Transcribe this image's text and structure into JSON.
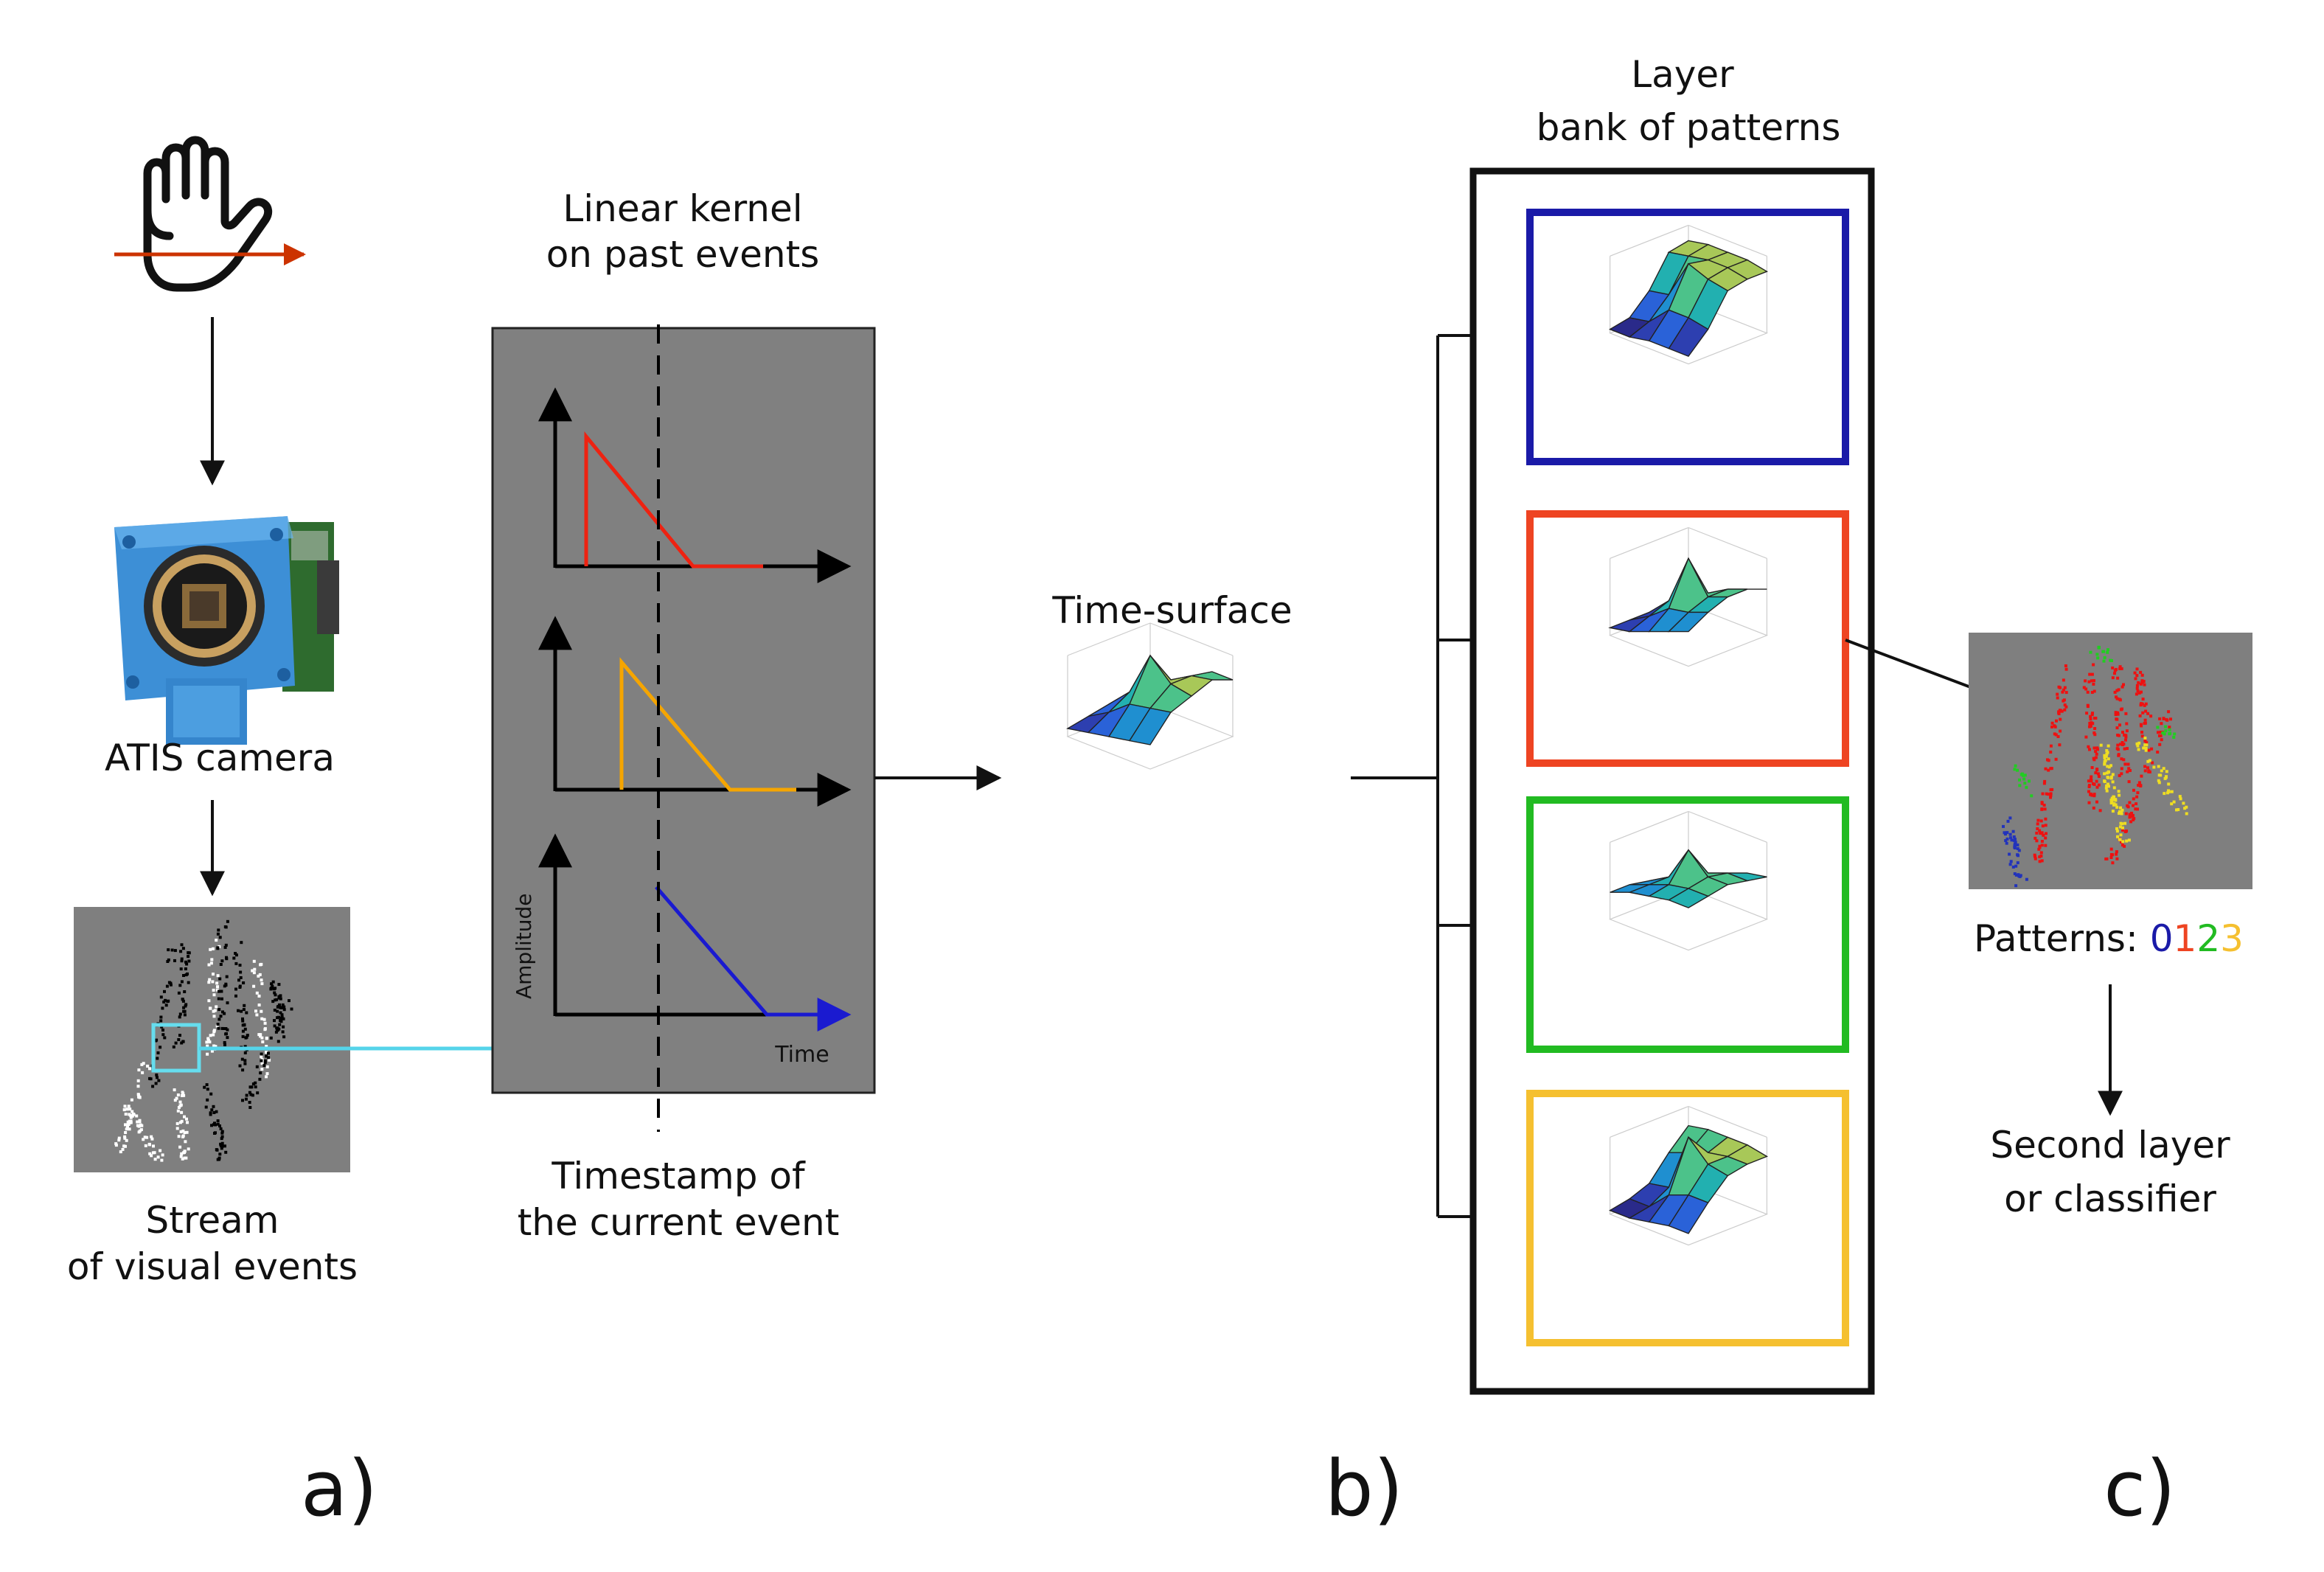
{
  "labels": {
    "atis_camera": "ATIS camera",
    "stream_line1": "Stream",
    "stream_line2": "of visual events",
    "kernel_line1": "Linear kernel",
    "kernel_line2": "on past events",
    "timestamp_line1": "Timestamp of",
    "timestamp_line2": "the current event",
    "amplitude": "Amplitude",
    "time": "Time",
    "time_surface": "Time-surface",
    "layer_line1": "Layer",
    "layer_line2": "bank of patterns",
    "patterns_prefix": "Patterns: ",
    "patterns_digits": [
      "0",
      "1",
      "2",
      "3"
    ],
    "second_line1": "Second layer",
    "second_line2": "or classifier",
    "panel_a": "a)",
    "panel_b": "b)",
    "panel_c": "c)"
  },
  "colors": {
    "pattern_0": "#1a1aa8",
    "pattern_1": "#ee4422",
    "pattern_2": "#22bb22",
    "pattern_3": "#f5c030",
    "kernel_red": "#ee2211",
    "kernel_orange": "#f5a500",
    "kernel_blue": "#1a1ad0",
    "panel_gray": "#808080",
    "cyan_arrow": "#66ddee",
    "motion_arrow": "#cc3300"
  },
  "icons": [
    "hand-icon",
    "atis-camera-image",
    "event-stream-image",
    "classified-events-image"
  ]
}
